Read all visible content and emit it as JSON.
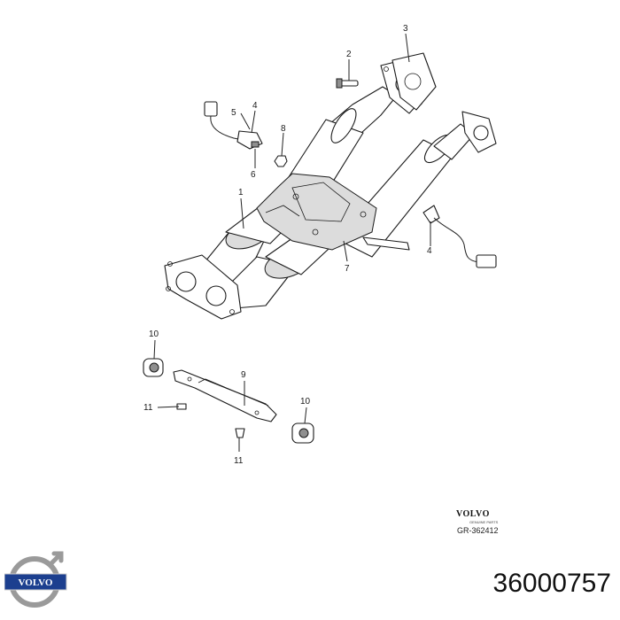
{
  "callouts": {
    "c1": "1",
    "c2": "2",
    "c3": "3",
    "c4a": "4",
    "c4b": "4",
    "c5": "5",
    "c6": "6",
    "c7": "7",
    "c8": "8",
    "c9": "9",
    "c10a": "10",
    "c10b": "10",
    "c11a": "11",
    "c11b": "11"
  },
  "branding": {
    "diagram_brand": "VOLVO",
    "diagram_brand_sub": "GENUINE PARTS",
    "reference_code": "GR-362412",
    "logo_text": "VOLVO"
  },
  "part_number": "36000757",
  "colors": {
    "line": "#1a1a1a",
    "background": "#ffffff",
    "logo_blue": "#1c3f8f",
    "logo_silver": "#9a9a9a"
  }
}
